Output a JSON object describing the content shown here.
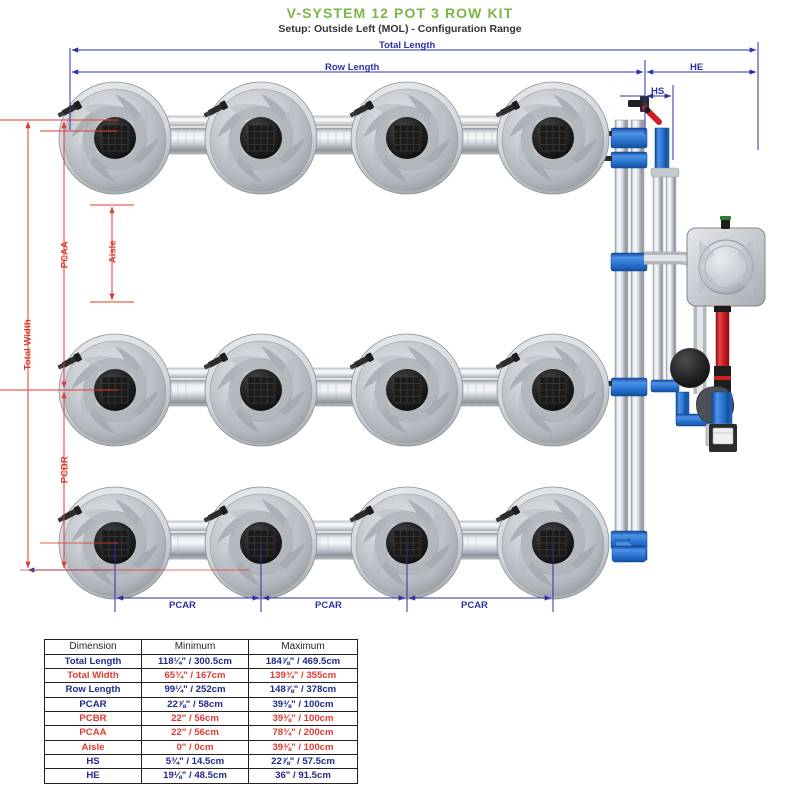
{
  "header": {
    "title": "V-SYSTEM 12 POT 3 ROW KIT",
    "subtitle": "Setup: Outside Left (MOL) - Configuration Range",
    "title_color": "#7ab648",
    "subtitle_color": "#333333"
  },
  "diagram": {
    "labels": {
      "total_length": "Total Length",
      "row_length": "Row Length",
      "he": "HE",
      "hs": "HS",
      "total_width": "Total Width",
      "pcaa": "PCAA",
      "pcbr": "PCBR",
      "aisle": "Aisle",
      "pcar_1": "PCAR",
      "pcar_2": "PCAR",
      "pcar_3": "PCAR"
    },
    "colors": {
      "blue_dim": "#2b2fa8",
      "red_dim": "#e03b30",
      "pipe_blue": "#1f6fd0",
      "pipe_red": "#cc2026",
      "metal_light": "#e8eaec",
      "metal_mid": "#b9bec4",
      "metal_dark": "#7e858c"
    },
    "pots": {
      "rows": 3,
      "per_row": 4,
      "total": 12
    }
  },
  "table": {
    "headers": [
      "Dimension",
      "Minimum",
      "Maximum"
    ],
    "rows": [
      {
        "color": "blue",
        "dimension": "Total Length",
        "minimum": "118¼\" / 300.5cm",
        "maximum": "184⅞\" / 469.5cm"
      },
      {
        "color": "red",
        "dimension": "Total Width",
        "minimum": "65¾\" / 167cm",
        "maximum": "139¾\" / 355cm"
      },
      {
        "color": "blue",
        "dimension": "Row Length",
        "minimum": "99¼\" / 252cm",
        "maximum": "148⅞\" / 378cm"
      },
      {
        "color": "blue",
        "dimension": "PCAR",
        "minimum": "22⅞\" / 58cm",
        "maximum": "39⅜\" / 100cm"
      },
      {
        "color": "red",
        "dimension": "PCBR",
        "minimum": "22\" / 56cm",
        "maximum": "39⅜\" / 100cm"
      },
      {
        "color": "red",
        "dimension": "PCAA",
        "minimum": "22\" / 56cm",
        "maximum": "78¾\" / 200cm"
      },
      {
        "color": "red",
        "dimension": "Aisle",
        "minimum": "0\" / 0cm",
        "maximum": "39⅜\" / 100cm"
      },
      {
        "color": "blue",
        "dimension": "HS",
        "minimum": "5¾\" / 14.5cm",
        "maximum": "22⅞\" / 57.5cm"
      },
      {
        "color": "blue",
        "dimension": "HE",
        "minimum": "19⅛\" / 48.5cm",
        "maximum": "36\" / 91.5cm"
      }
    ]
  }
}
